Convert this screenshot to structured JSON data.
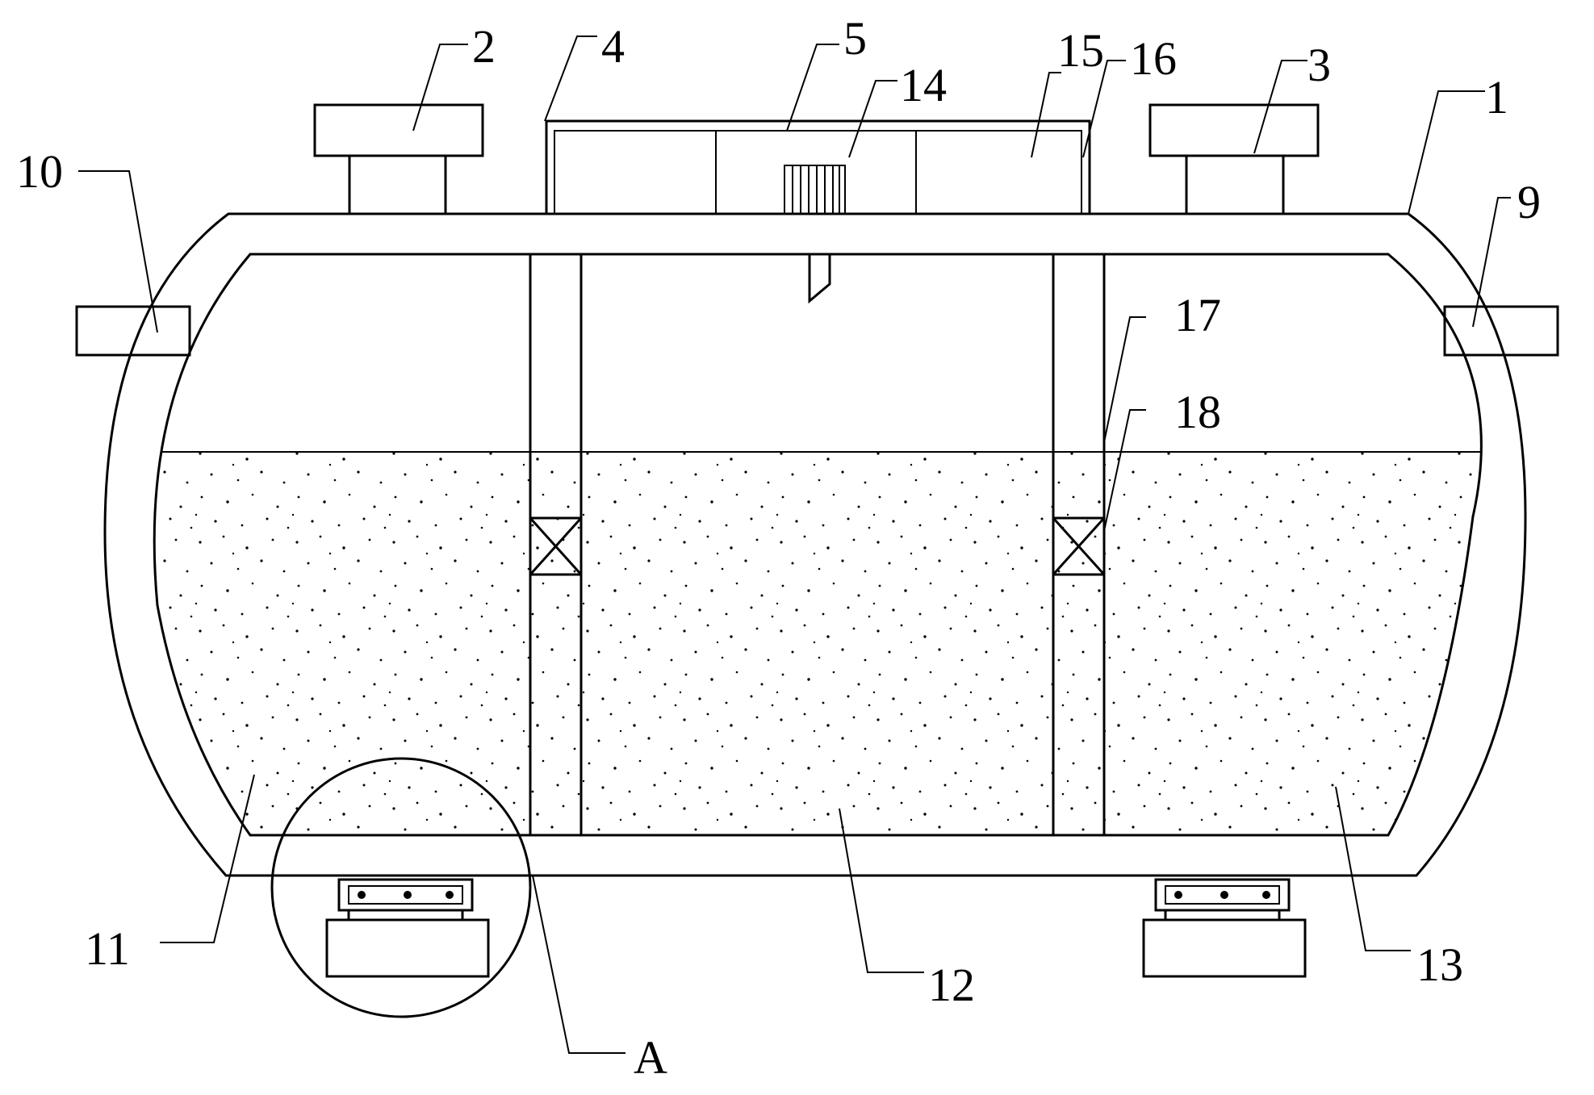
{
  "figure": {
    "labels": {
      "l1": "1",
      "l2": "2",
      "l3": "3",
      "l4": "4",
      "l5": "5",
      "l9": "9",
      "l10": "10",
      "l11": "11",
      "l12": "12",
      "l13": "13",
      "l14": "14",
      "l15": "15",
      "l16": "16",
      "l17": "17",
      "l18": "18",
      "lA": "A"
    }
  }
}
